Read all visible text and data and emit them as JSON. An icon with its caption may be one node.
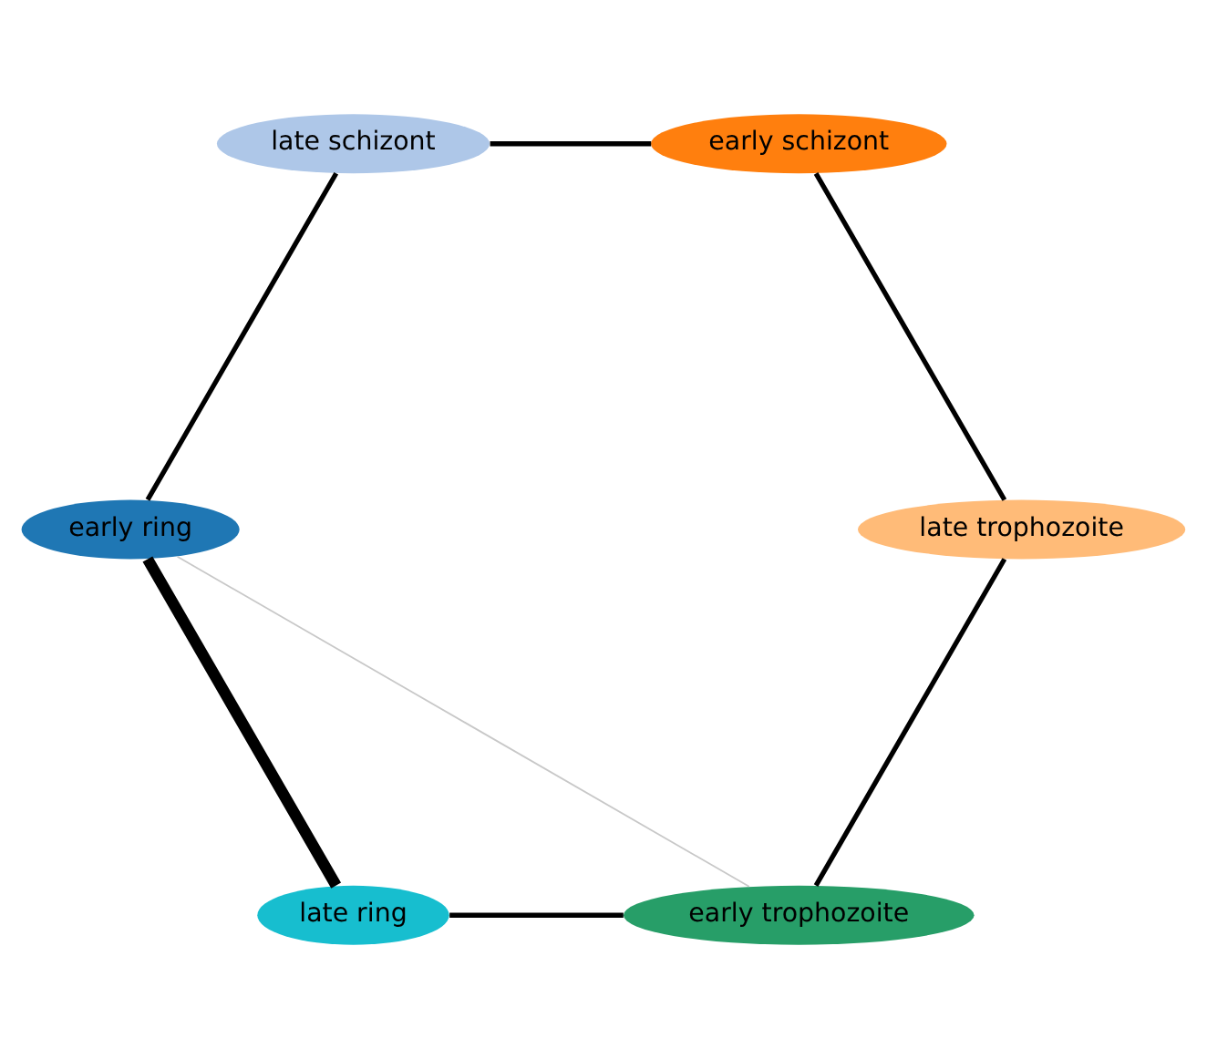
{
  "diagram": {
    "nodes": [
      {
        "text": [
          "late trophozoite"
        ]
      },
      {
        "text": [
          "early trophozoite"
        ]
      },
      {
        "text": [
          "early schizont"
        ]
      },
      {
        "text": [
          "late ring"
        ]
      },
      {
        "text": [
          "late schizont"
        ]
      },
      {
        "text": [
          "early ring"
        ]
      }
    ],
    "edges": [
      {
        "from": 0,
        "to": 1,
        "arrow": "none"
      },
      {
        "from": 0,
        "to": 2,
        "arrow": "none"
      },
      {
        "from": 1,
        "to": 3,
        "arrow": "none"
      },
      {
        "from": 2,
        "to": 4,
        "arrow": "none"
      },
      {
        "from": 4,
        "to": 5,
        "arrow": "none"
      },
      {
        "from": 5,
        "to": 3,
        "arrow": "none",
        "style": "thick"
      },
      {
        "from": 1,
        "to": 5,
        "arrow": "none",
        "color": "#c8c8c8"
      }
    ]
  }
}
